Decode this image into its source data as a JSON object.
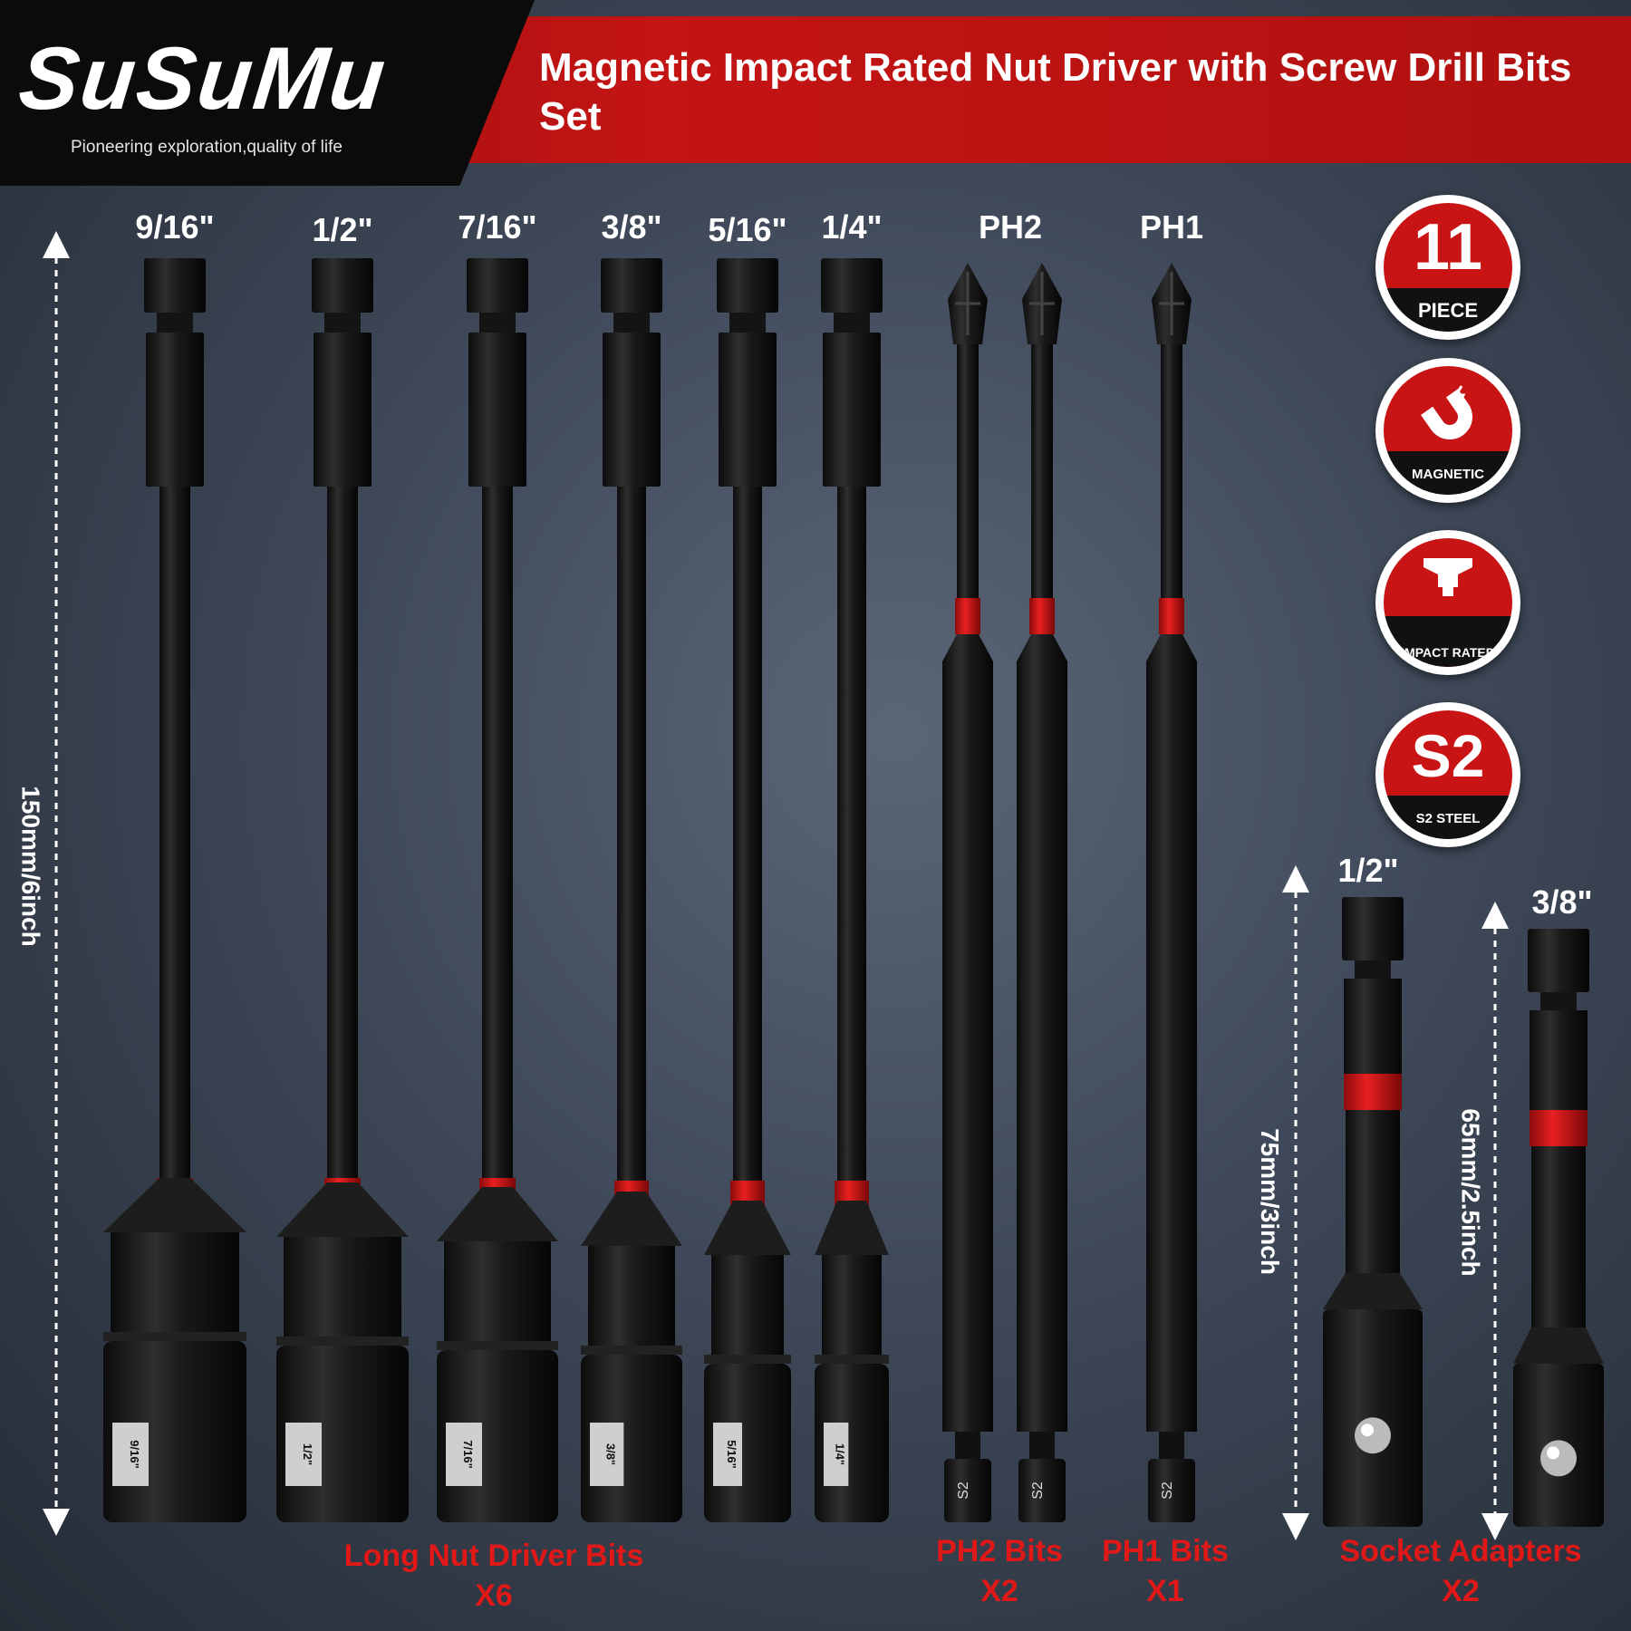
{
  "brand": {
    "logo": "SuSuMu",
    "tagline": "Pioneering exploration,quality of life"
  },
  "title": "Magnetic Impact Rated Nut Driver with Screw Drill Bits Set",
  "sizes": {
    "nut1": "9/16\"",
    "nut2": "1/2\"",
    "nut3": "7/16\"",
    "nut4": "3/8\"",
    "nut5": "5/16\"",
    "nut6": "1/4\"",
    "ph2": "PH2",
    "ph1": "PH1",
    "adapter1": "1/2\"",
    "adapter2": "3/8\""
  },
  "socket_marks": {
    "m1": "9/16\"",
    "m2": "1/2\"",
    "m3": "7/16\"",
    "m4": "3/8\"",
    "m5": "5/16\"",
    "m6": "1/4\""
  },
  "bit_mark": "S2",
  "dimensions": {
    "long": "150mm/6inch",
    "adapter1": "75mm/3inch",
    "adapter2": "65mm/2.5inch"
  },
  "badges": {
    "count_value": "11",
    "count_label": "PIECE",
    "magnetic_label": "MAGNETIC",
    "impact_label": "IMPACT RATED",
    "steel_value": "S2",
    "steel_label": "S2 STEEL"
  },
  "groups": {
    "nut_name": "Long Nut Driver Bits",
    "nut_qty": "X6",
    "ph2_name": "PH2 Bits",
    "ph2_qty": "X2",
    "ph1_name": "PH1 Bits",
    "ph1_qty": "X1",
    "adapter_name": "Socket Adapters",
    "adapter_qty": "X2"
  },
  "colors": {
    "accent": "#c81414",
    "label_red": "#e01818",
    "band_red": "#d81c1c"
  }
}
